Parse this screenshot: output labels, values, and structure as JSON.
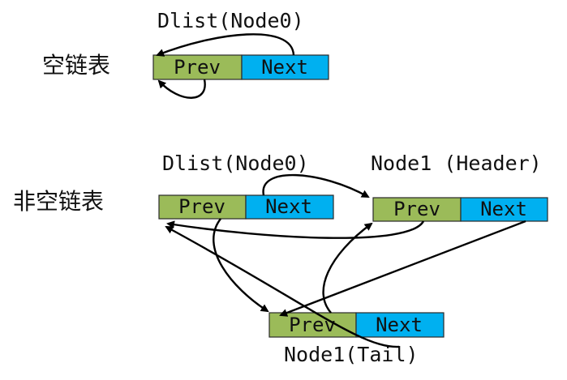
{
  "labels": {
    "empty_list": "空链表",
    "non_empty_list": "非空链表"
  },
  "nodes": {
    "empty_dlist": {
      "title": "Dlist(Node0)",
      "prev": "Prev",
      "next": "Next"
    },
    "dlist": {
      "title": "Dlist(Node0)",
      "prev": "Prev",
      "next": "Next"
    },
    "header": {
      "title": "Node1 (Header)",
      "prev": "Prev",
      "next": "Next"
    },
    "tail": {
      "title": "Node1(Tail)",
      "prev": "Prev",
      "next": "Next"
    }
  },
  "colors": {
    "prev_cell": "#9BBB59",
    "next_cell": "#00B0F0",
    "arrow": "#000000"
  }
}
